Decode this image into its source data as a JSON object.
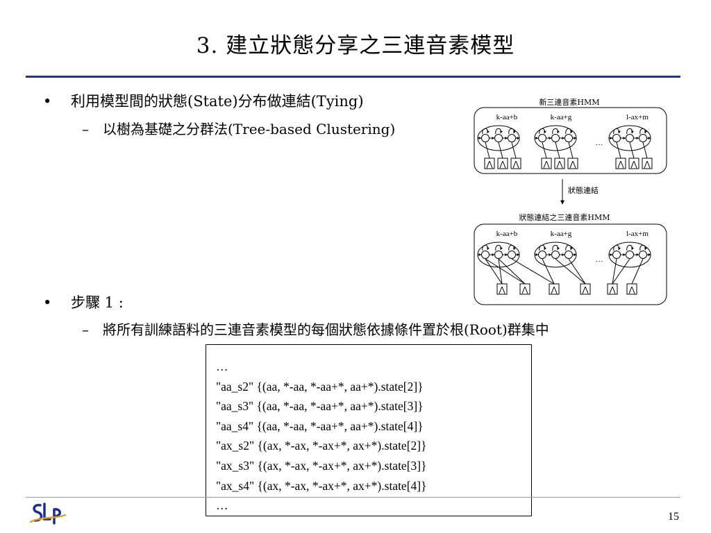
{
  "slide": {
    "title": "3. 建立狀態分享之三連音素模型",
    "page_number": "15"
  },
  "bullets": [
    {
      "level": 1,
      "mark": "•",
      "text": "利用模型間的狀態(State)分布做連結(Tying)"
    },
    {
      "level": 2,
      "mark": "–",
      "text": "以樹為基礎之分群法(Tree-based Clustering)"
    },
    {
      "level": 1,
      "mark": "•",
      "text": "步驟 1 :"
    },
    {
      "level": 2,
      "mark": "–",
      "text": "將所有訓練語料的三連音素模型的每個狀態依據條件置於根(Root)群集中"
    }
  ],
  "code_box": {
    "lines": [
      "…",
      "\"aa_s2\" {(aa, *-aa, *-aa+*, aa+*).state[2]}",
      "\"aa_s3\" {(aa, *-aa, *-aa+*, aa+*).state[3]}",
      "\"aa_s4\" {(aa, *-aa, *-aa+*, aa+*).state[4]}",
      "\"ax_s2\" {(ax, *-ax, *-ax+*, ax+*).state[2]}",
      "\"ax_s3\" {(ax, *-ax, *-ax+*, ax+*).state[3]}",
      "\"ax_s4\" {(ax, *-ax, *-ax+*, ax+*).state[4]}",
      "…"
    ]
  },
  "diagram": {
    "top_title": "新三連音素HMM",
    "bottom_title": "狀態連結之三連音素HMM",
    "arrow_label": "狀態連結",
    "ellipsis": "…",
    "models": [
      "k-aa+b",
      "k-aa+g",
      "l-ax+m"
    ],
    "models_bottom": [
      "k-aa+b",
      "k-aa+g",
      "l-ax+m"
    ],
    "state_glyph": "⋀",
    "tied_links": [
      [
        0,
        0
      ],
      [
        0,
        1
      ],
      [
        1,
        0
      ],
      [
        1,
        1
      ],
      [
        2,
        2
      ],
      [
        3,
        2
      ],
      [
        4,
        3
      ],
      [
        5,
        3
      ],
      [
        6,
        4
      ],
      [
        7,
        4
      ],
      [
        8,
        5
      ]
    ]
  },
  "logo": {
    "text": "SLP"
  }
}
